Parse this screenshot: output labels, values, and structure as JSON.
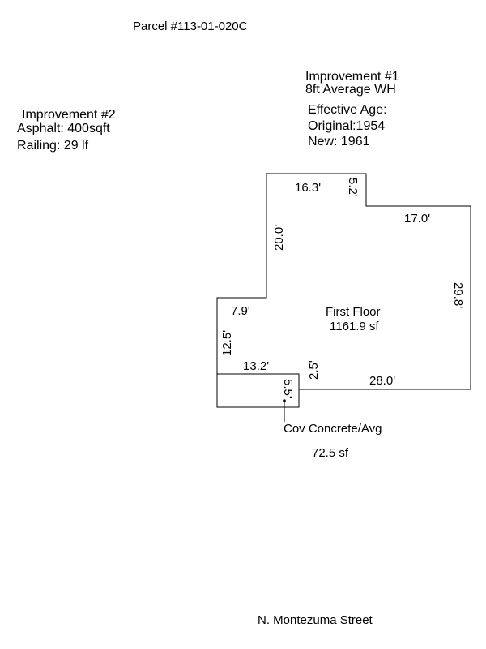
{
  "parcel_label": "Parcel #113-01-020C",
  "improvement1": {
    "title": "Improvement #1",
    "wall_height": "8ft Average WH",
    "effective_age_label": "Effective Age:",
    "original": "Original:1954",
    "new": "New: 1961"
  },
  "improvement2": {
    "title": "Improvement #2",
    "asphalt": "Asphalt: 400sqft",
    "railing": "Railing: 29 lf"
  },
  "main_area": {
    "name": "First Floor",
    "area": "1161.9 sf"
  },
  "dimensions": {
    "top_left": "16.3'",
    "top_notch": "5.2'",
    "right_upper": "17.0'",
    "left_upper": "20.0'",
    "right_side": "29.8'",
    "step_top": "7.9'",
    "left_lower": "12.5'",
    "porch_top": "13.2'",
    "porch_step": "2.5'",
    "bottom": "28.0'",
    "porch_right": "5.5'"
  },
  "porch": {
    "name": "Cov Concrete/Avg",
    "area": "72.5 sf"
  },
  "street_label": "N. Montezuma Street"
}
